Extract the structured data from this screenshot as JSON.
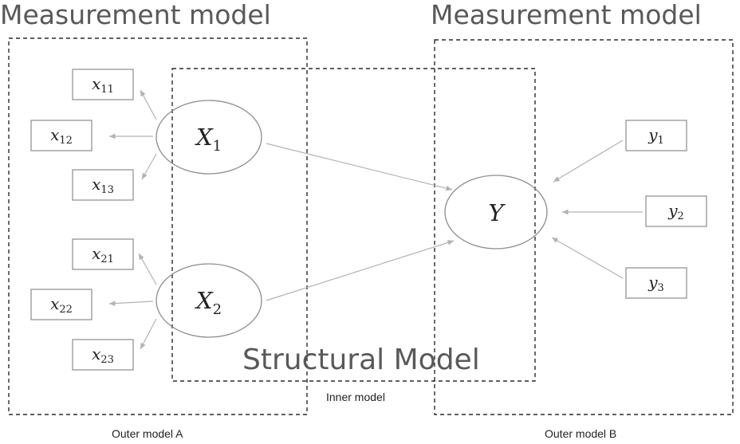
{
  "headings": {
    "measurement_left": "Measurement model",
    "measurement_right": "Measurement model",
    "structural": "Structural Model"
  },
  "captions": {
    "inner": "Inner model",
    "outer_a": "Outer model A",
    "outer_b": "Outer model B"
  },
  "latent": {
    "X1": {
      "name": "X",
      "sub": "1"
    },
    "X2": {
      "name": "X",
      "sub": "2"
    },
    "Y": {
      "name": "Y",
      "sub": ""
    }
  },
  "indicators": {
    "x11": {
      "name": "x",
      "sub": "11"
    },
    "x12": {
      "name": "x",
      "sub": "12"
    },
    "x13": {
      "name": "x",
      "sub": "13"
    },
    "x21": {
      "name": "x",
      "sub": "21"
    },
    "x22": {
      "name": "x",
      "sub": "22"
    },
    "x23": {
      "name": "x",
      "sub": "23"
    },
    "y1": {
      "name": "y",
      "sub": "1"
    },
    "y2": {
      "name": "y",
      "sub": "2"
    },
    "y3": {
      "name": "y",
      "sub": "3"
    }
  },
  "colors": {
    "dashed_frame": "#2b2b2b",
    "node_stroke": "#8c8c8c",
    "arrow": "#b3b3b3",
    "heading_text": "#595959"
  }
}
